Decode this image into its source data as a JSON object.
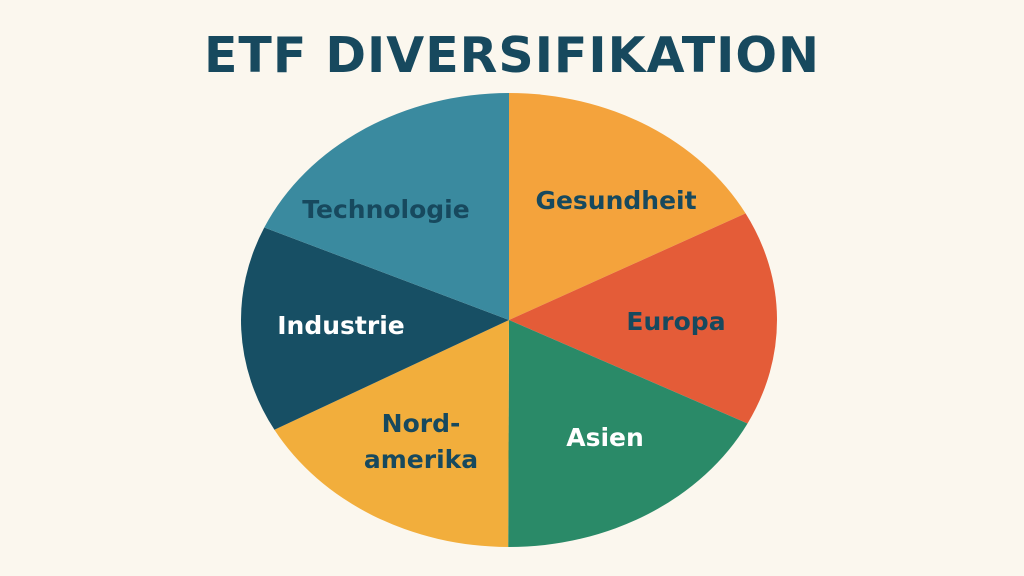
{
  "title": "ETF DIVERSIFIKATION",
  "chart_data": {
    "type": "pie",
    "title": "ETF DIVERSIFIKATION",
    "categories": [
      "Gesundheit",
      "Europa",
      "Asien",
      "Nordamerika",
      "Industrie",
      "Technologie"
    ],
    "values": [
      17.2,
      15.3,
      17.5,
      16.9,
      14.7,
      18.3
    ],
    "unit": "approx. % share (estimated from slice angles; no values shown)",
    "labels_display": [
      "Gesundheit",
      "Europa",
      "Asien",
      "Nord-\namerika",
      "Industrie",
      "Technologie"
    ],
    "colors": [
      "#f4a33c",
      "#e45c38",
      "#2a8a68",
      "#f2ae3c",
      "#174f64",
      "#3a8a9f"
    ],
    "label_colors": [
      "#17495e",
      "#17495e",
      "#ffffff",
      "#17495e",
      "#ffffff",
      "#17495e"
    ],
    "legend": "none",
    "start_angle_deg": -90,
    "direction": "clockwise"
  },
  "labels": {
    "gesundheit": "Gesundheit",
    "europa": "Europa",
    "asien": "Asien",
    "nordamerika_1": "Nord-",
    "nordamerika_2": "amerika",
    "industrie": "Industrie",
    "technologie": "Technologie"
  }
}
